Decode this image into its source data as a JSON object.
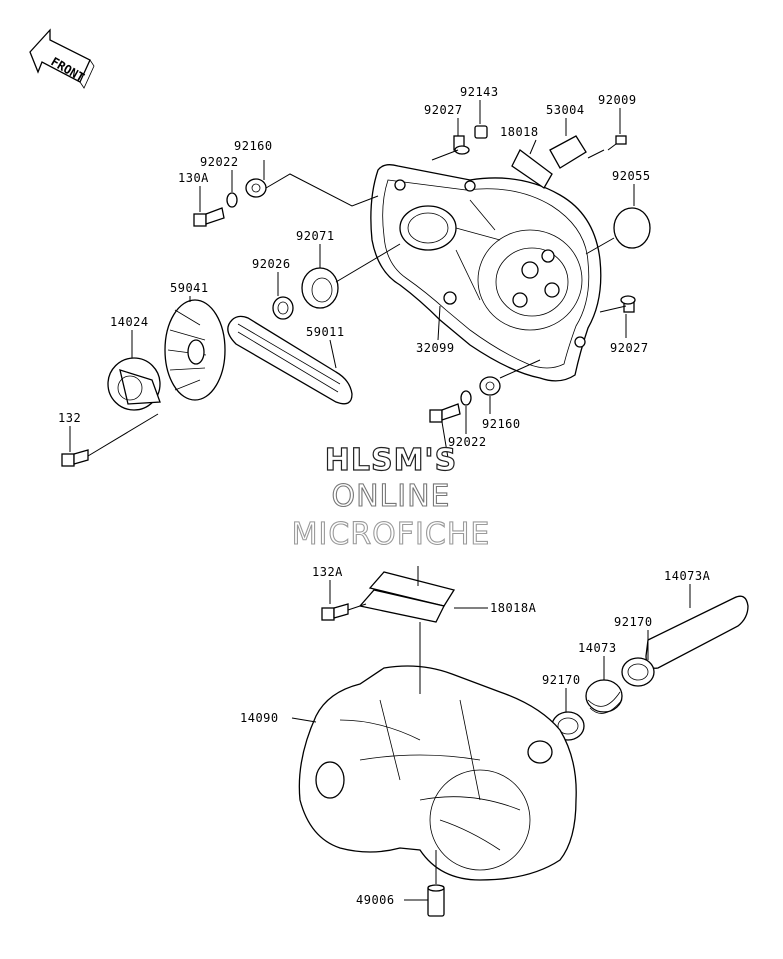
{
  "labels": {
    "p92143": "92143",
    "p92027a": "92027",
    "p53004": "53004",
    "p92009": "92009",
    "p18018": "18018",
    "p92160a": "92160",
    "p92022a": "92022",
    "p130A": "130A",
    "p92055": "92055",
    "p92071": "92071",
    "p92026": "92026",
    "p59041": "59041",
    "p59011": "59011",
    "p14024": "14024",
    "p32099": "32099",
    "p92027b": "92027",
    "p92160b": "92160",
    "p92022b": "92022",
    "p132": "132",
    "p132A": "132A",
    "p18018A": "18018A",
    "p14073A": "14073A",
    "p92170a": "92170",
    "p14073": "14073",
    "p92170b": "92170",
    "p14090": "14090",
    "p49006": "49006"
  },
  "front_arrow": "FRONT",
  "watermark": {
    "line1": "HLSM'S",
    "line2": "ONLINE",
    "line3": "MICROFICHE"
  }
}
